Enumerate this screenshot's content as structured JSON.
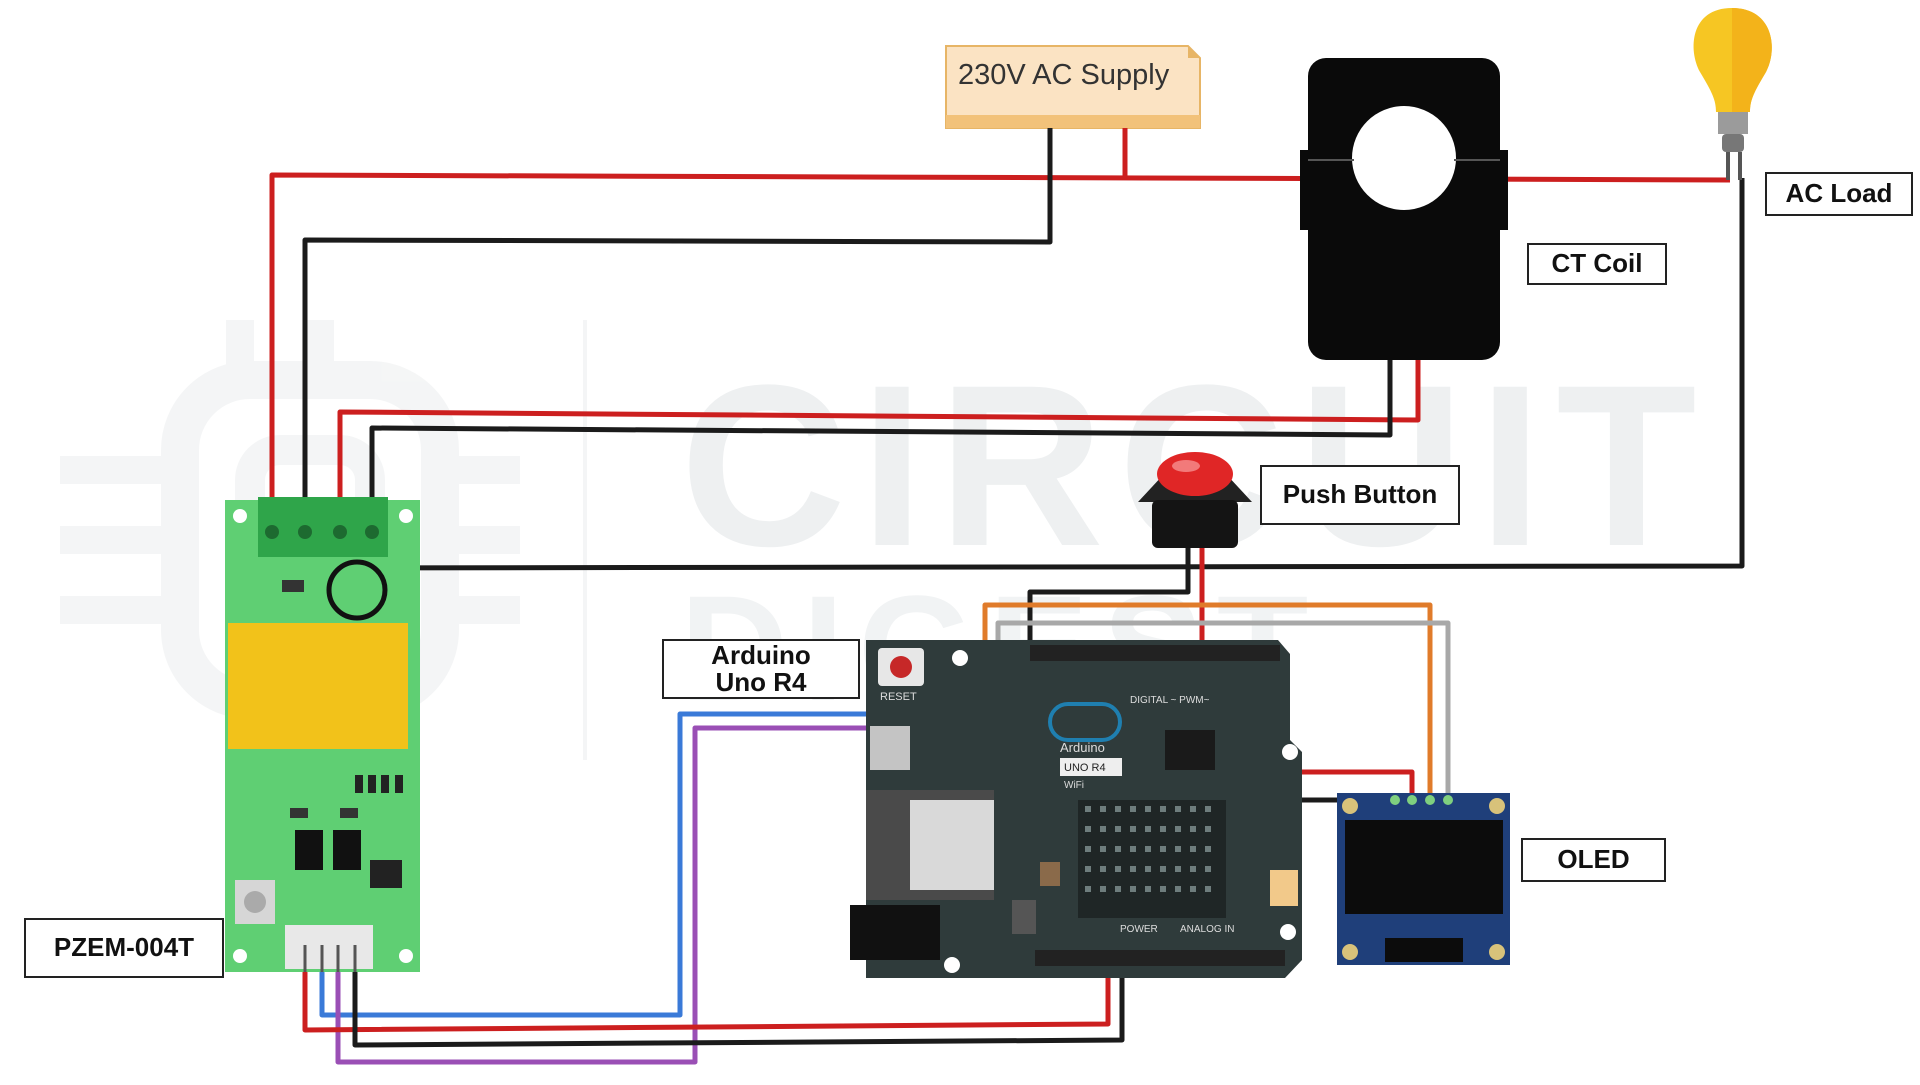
{
  "watermark": {
    "brand": "CIRCUIT",
    "sub": "DIGEST"
  },
  "supply": {
    "label": "230V AC Supply"
  },
  "labels": {
    "ac_load": "AC Load",
    "ct_coil": "CT Coil",
    "push_button": "Push Button",
    "arduino": "Arduino Uno R4",
    "oled": "OLED",
    "pzem": "PZEM-004T"
  },
  "board": {
    "reset": "RESET",
    "digital": "DIGITAL ~ PWM~",
    "power": "POWER",
    "analog": "ANALOG IN",
    "brand": "Arduino",
    "model": "UNO R4",
    "variant": "WiFi"
  },
  "colors": {
    "live": "#cc1f1f",
    "neutral": "#1b1b1b",
    "tx": "#3a7ad8",
    "rx": "#9a4fb5",
    "sda": "#e07b2a",
    "scl": "#a8a8a8",
    "pzem_pcb": "#5fcf73",
    "uno_pcb": "#2f3b3b",
    "oled_pcb": "#1f3f7a",
    "bulb": "#f6c623"
  }
}
